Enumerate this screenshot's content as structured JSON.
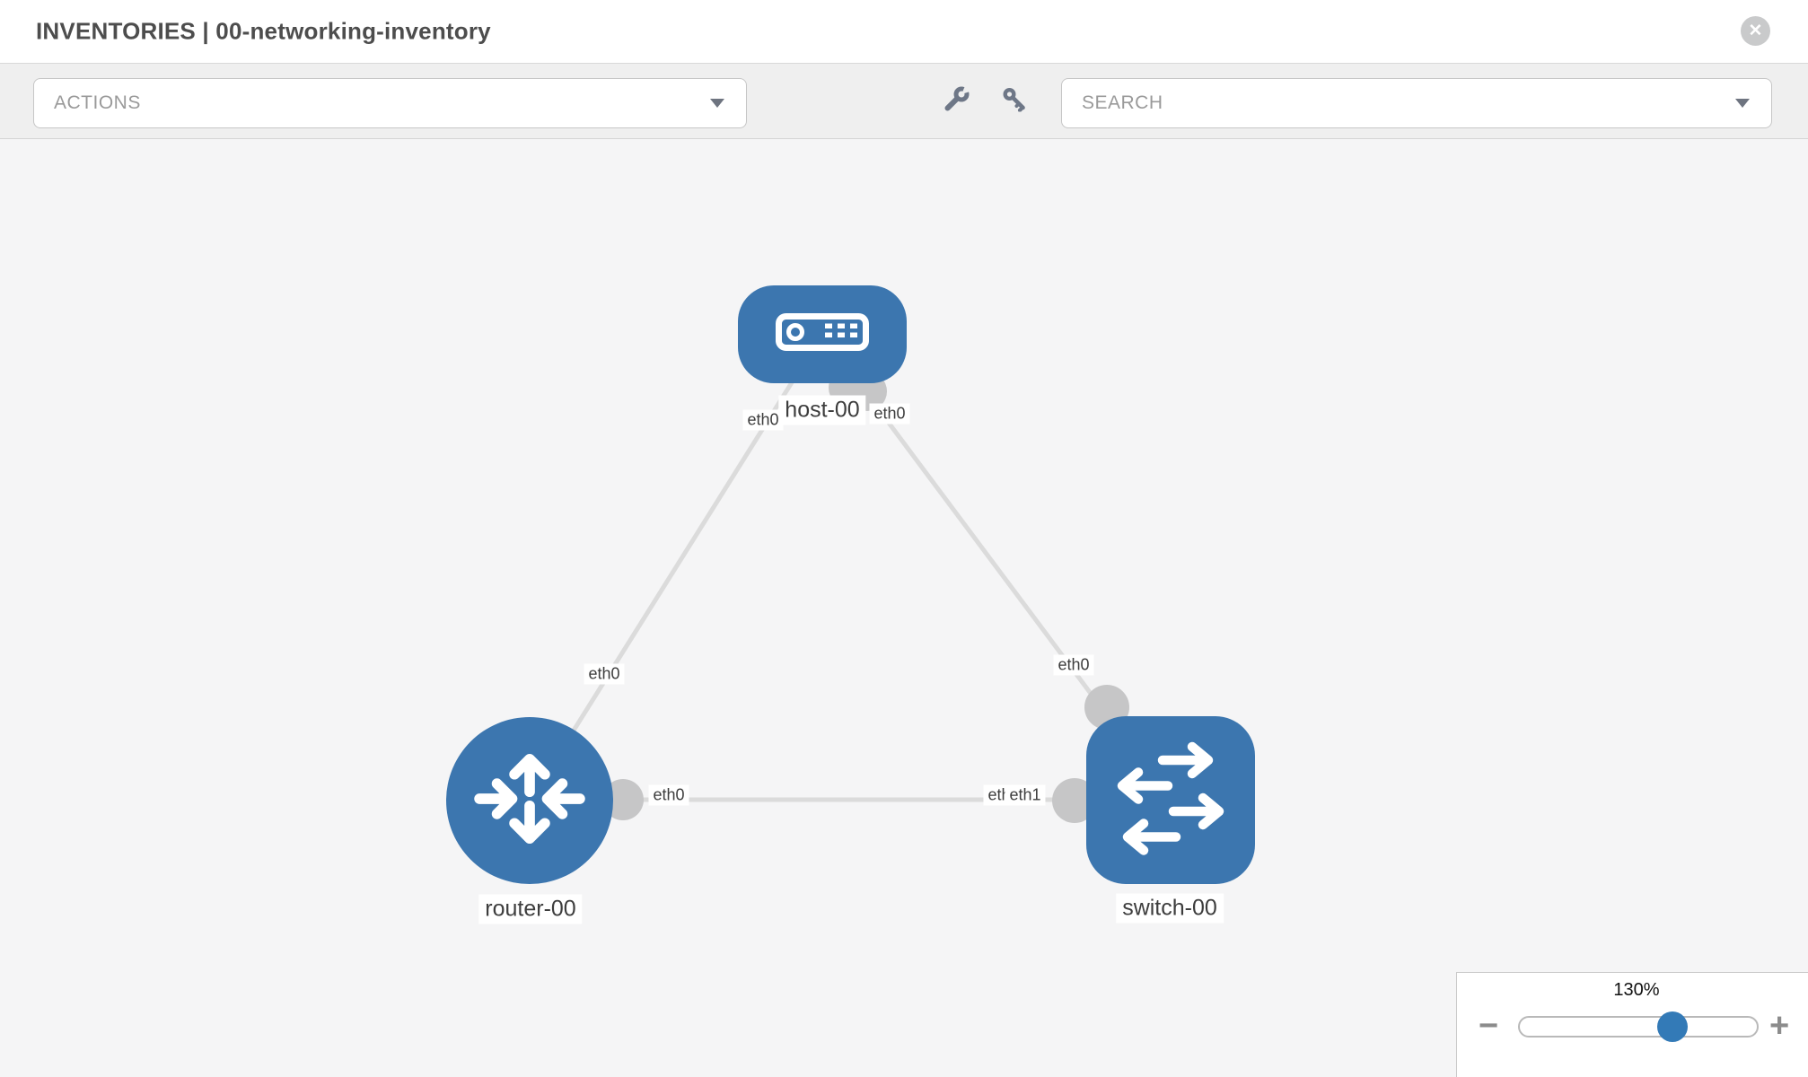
{
  "header": {
    "title": "INVENTORIES | 00-networking-inventory"
  },
  "toolbar": {
    "actions_label": "ACTIONS",
    "search_placeholder": "SEARCH",
    "icons": [
      "wrench-icon",
      "key-icon"
    ]
  },
  "topology": {
    "nodes": [
      {
        "label": "host-00",
        "type": "host"
      },
      {
        "label": "router-00",
        "type": "router"
      },
      {
        "label": "switch-00",
        "type": "switch"
      }
    ],
    "links": [
      {
        "source": "host-00",
        "target": "router-00",
        "source_interface": "eth0",
        "target_interface": "eth0"
      },
      {
        "source": "host-00",
        "target": "switch-00",
        "source_interface": "eth0",
        "target_interface": "eth0"
      },
      {
        "source": "router-00",
        "target": "switch-00",
        "source_interface": "eth0",
        "target_interface": "eth1",
        "hidden_overlap_label": "eth0"
      }
    ],
    "colors": {
      "node_fill": "#3c76af",
      "edge": "#dbdbdb",
      "port": "#c6c6c7",
      "canvas_bg": "#f5f5f6"
    }
  },
  "zoom_control": {
    "level": "130%",
    "minus_label": "−",
    "plus_label": "+"
  },
  "close_label": "✕"
}
